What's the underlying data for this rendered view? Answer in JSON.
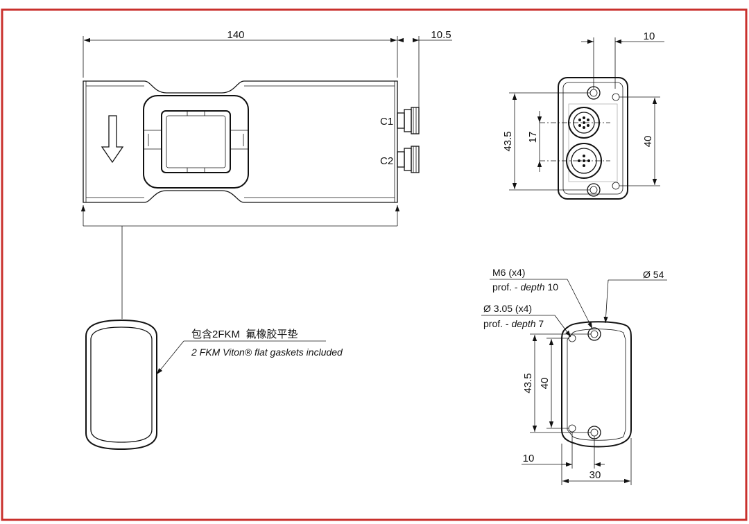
{
  "colors": {
    "frame": "#c9302c",
    "line": "#111111",
    "background": "#ffffff"
  },
  "side_view": {
    "dim_length": "140",
    "dim_connector": "10.5",
    "connector_c1": "C1",
    "connector_c2": "C2"
  },
  "end_view": {
    "dim_top": "10",
    "dim_height_outer": "43.5",
    "dim_height_inner": "40",
    "dim_connector_spacing": "17"
  },
  "gasket": {
    "label_cn": "包含2FKM  氟橡胶平垫",
    "label_en": "2 FKM Viton® flat gaskets included"
  },
  "bottom_view": {
    "m6_label": "M6 (x4)",
    "m6_depth_prefix": "prof. - ",
    "m6_depth_word": "depth",
    "m6_depth_value": " 10",
    "dia54_label": "Ø 54",
    "hole_label": "Ø 3.05 (x4)",
    "hole_depth_prefix": "prof. - ",
    "hole_depth_word": "depth",
    "hole_depth_value": " 7",
    "dim_height_outer": "43.5",
    "dim_height_inner": "40",
    "dim_width_hole": "10",
    "dim_width": "30"
  }
}
